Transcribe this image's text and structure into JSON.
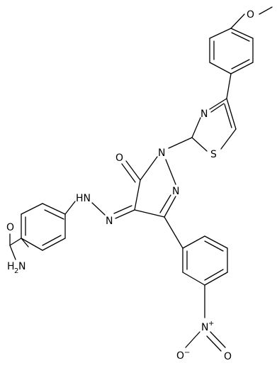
{
  "atom_labels": {
    "methoxy_o": "O",
    "thiazole_n": "N",
    "thiazole_s": "S",
    "pyrazole_n1": "N",
    "pyrazole_n2": "N",
    "carbonyl_o": "O",
    "hydrazone_nh": "HN",
    "hydrazone_n": "N",
    "amide_o": "O",
    "amide_nh2": "H",
    "amide_nh2_n": "N",
    "amide_nh2_sub": "2",
    "nitro_n": "N",
    "nitro_n_plus": "+",
    "nitro_o1": "O",
    "nitro_o1_minus": "−",
    "nitro_o2": "O"
  }
}
